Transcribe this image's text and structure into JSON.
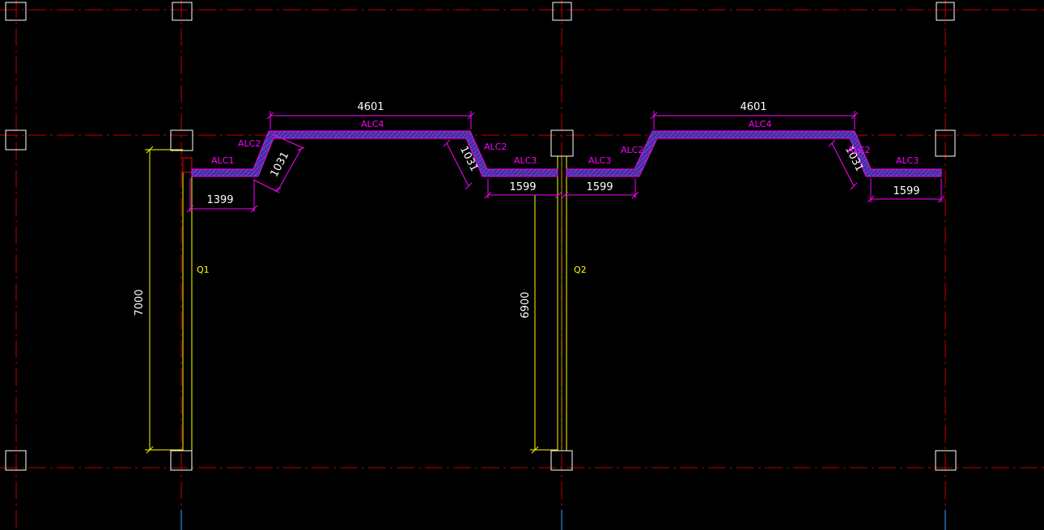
{
  "drawing": {
    "background": "#000000",
    "colors": {
      "axis": "#c00000",
      "column": "#ffffff",
      "wall_outline": "#ff00ff",
      "wall_fill": "#4a2aa8",
      "wall_hatch": "#ffffff",
      "dimension": "#ff00ff",
      "q_wall": "#ffff00",
      "dim_text": "#ffffff"
    },
    "wall_labels": {
      "alc1": "ALC1",
      "alc2_a": "ALC2",
      "alc4_a": "ALC4",
      "alc2_b": "ALC2",
      "alc3_a": "ALC3",
      "alc3_b": "ALC3",
      "alc2_c": "ALC2",
      "alc4_b": "ALC4",
      "alc2_d": "ALC2",
      "alc3_c": "ALC3"
    },
    "dimensions": {
      "top_left": "4601",
      "top_right": "4601",
      "diag_a": "1031",
      "diag_b": "1031",
      "diag_c": "1031",
      "bottom_1399": "1399",
      "bottom_1599_a": "1599",
      "bottom_1599_b": "1599",
      "bottom_1599_c": "1599",
      "q1_length": "7000",
      "q2_length": "6900"
    },
    "q_labels": {
      "q1": "Q1",
      "q2": "Q2"
    }
  }
}
